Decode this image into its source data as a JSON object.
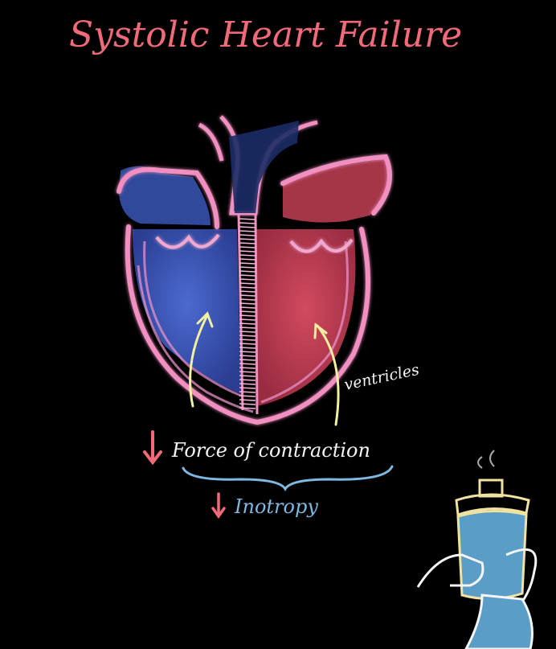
{
  "title": "Systolic Heart Failure",
  "labels": {
    "ventricles": "ventricles",
    "force": "Force of contraction",
    "inotropy": "Inotropy"
  },
  "colors": {
    "background": "#000000",
    "title": "#f06a7a",
    "heart_outline": "#f08fc0",
    "right_side_blood": "#3a56b5",
    "left_side_blood": "#c24055",
    "arrow_yellow": "#f2f0a0",
    "label_white": "#f5f5f5",
    "down_arrow": "#f06a7a",
    "brace_blue": "#7fb8e0",
    "inotropy_text": "#7fb8e0",
    "bottle_blue": "#5a9ec8",
    "bottle_outline": "#f0e2a0"
  },
  "icons": {
    "down_arrow_force": "down-arrow-icon",
    "down_arrow_inotropy": "down-arrow-icon",
    "bottle": "medicine-bottle-in-hand-icon"
  }
}
